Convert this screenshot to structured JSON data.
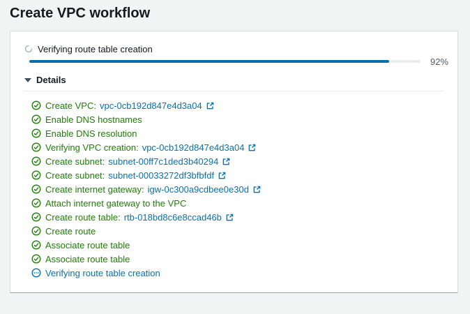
{
  "page": {
    "title": "Create VPC workflow",
    "background_color": "#f2f3f3"
  },
  "progress": {
    "label": "Verifying route table creation",
    "percent": 92,
    "percent_label": "92%",
    "bar_color": "#0a6ca8",
    "track_color": "#eaeded",
    "spinner_color": "#aab7b8"
  },
  "details": {
    "header_label": "Details",
    "expanded": true,
    "colors": {
      "success": "#1d8102",
      "in_progress": "#0073bb",
      "link": "#0073bb"
    },
    "steps": [
      {
        "status": "success",
        "label": "Create VPC:",
        "link": "vpc-0cb192d847e4d3a04",
        "external": true
      },
      {
        "status": "success",
        "label": "Enable DNS hostnames",
        "link": "",
        "external": false
      },
      {
        "status": "success",
        "label": "Enable DNS resolution",
        "link": "",
        "external": false
      },
      {
        "status": "success",
        "label": "Verifying VPC creation:",
        "link": "vpc-0cb192d847e4d3a04",
        "external": true
      },
      {
        "status": "success",
        "label": "Create subnet:",
        "link": "subnet-00ff7c1ded3b40294",
        "external": true
      },
      {
        "status": "success",
        "label": "Create subnet:",
        "link": "subnet-00033272df3bfbfdf",
        "external": true
      },
      {
        "status": "success",
        "label": "Create internet gateway:",
        "link": "igw-0c300a9cdbee0e30d",
        "external": true
      },
      {
        "status": "success",
        "label": "Attach internet gateway to the VPC",
        "link": "",
        "external": false
      },
      {
        "status": "success",
        "label": "Create route table:",
        "link": "rtb-018bd8c6e8ccad46b",
        "external": true
      },
      {
        "status": "success",
        "label": "Create route",
        "link": "",
        "external": false
      },
      {
        "status": "success",
        "label": "Associate route table",
        "link": "",
        "external": false
      },
      {
        "status": "success",
        "label": "Associate route table",
        "link": "",
        "external": false
      },
      {
        "status": "in-progress",
        "label": "Verifying route table creation",
        "link": "",
        "external": false
      }
    ]
  }
}
